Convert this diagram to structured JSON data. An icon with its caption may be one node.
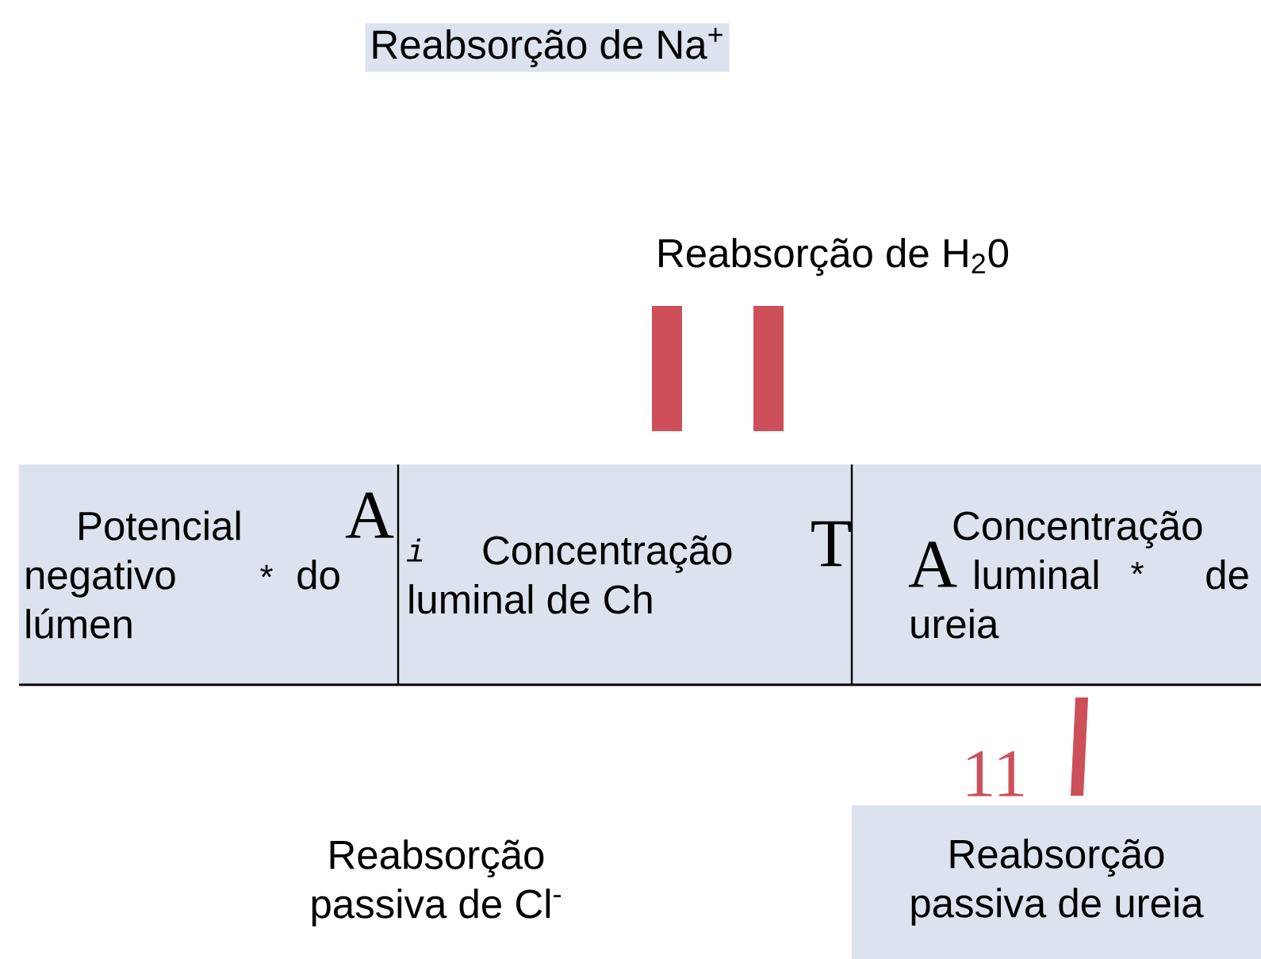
{
  "diagram": {
    "nodes": [
      {
        "text": [
          "Reabsorção de Na$^{+}$"
        ]
      },
      {
        "text": [
          "Reabsorção de H$_{2}$0"
        ]
      },
      {
        "text": [
          "Potencial negativo do lúmen"
        ]
      },
      {
        "text": [
          "Concentração luminal de Ch"
        ]
      },
      {
        "text": [
          "Concentração luminal de ureia"
        ]
      },
      {
        "text": [
          "Reabsorção passiva de Cl$^{-}$"
        ]
      },
      {
        "text": [
          "Reabsorção passiva de ureia"
        ]
      }
    ],
    "labels": [
      "A",
      "*",
      "i",
      "T",
      "A",
      "*",
      "11"
    ]
  }
}
